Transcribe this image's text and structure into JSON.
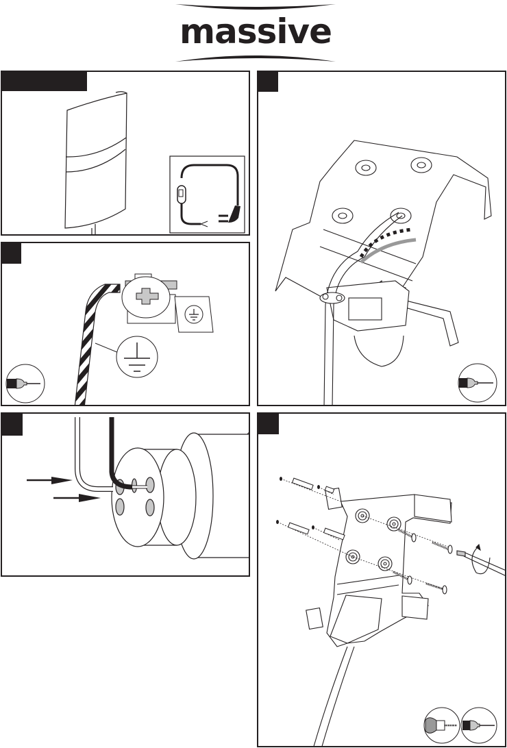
{
  "brand": {
    "logo_text": "massive",
    "logo_color": "#231f20"
  },
  "document": {
    "ink_color": "#231f20",
    "fill_gray": "#c8c8c8",
    "panels": [
      {
        "id": "overview",
        "badge": "",
        "illustration": "wall-lamp-with-plug-cable"
      },
      {
        "id": "step-earth",
        "badge": "",
        "illustration": "earth-wire-terminal",
        "tools": [
          "screwdriver-icon"
        ]
      },
      {
        "id": "step-bracket-wiring",
        "badge": "",
        "illustration": "mounting-bracket-wiring",
        "tools": [
          "screwdriver-icon"
        ]
      },
      {
        "id": "step-socket",
        "badge": "",
        "illustration": "lamp-socket-wire-insertion"
      },
      {
        "id": "step-wall-mount",
        "badge": "",
        "illustration": "wall-mounting-screws-and-plugs",
        "tools": [
          "drill-icon",
          "screwdriver-icon"
        ]
      }
    ]
  }
}
